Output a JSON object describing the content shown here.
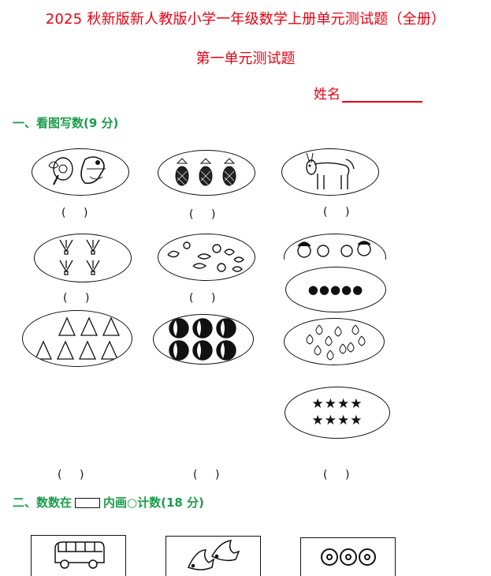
{
  "header": {
    "title": "2025 秋新版新人教版小学一年级数学上册单元测试题（全册）",
    "subtitle": "第一单元测试题",
    "name_label": "姓名"
  },
  "section1": {
    "heading": "一、看图写数(9 分)",
    "answer_blank": "(　　)",
    "items": [
      {
        "id": "butterfly-cat",
        "count_glyph": "🦋🐉",
        "description": "butterfly and dragon-head figure"
      },
      {
        "id": "pineapples",
        "count_glyph": "🍍🍍🍍"
      },
      {
        "id": "donkey",
        "count_glyph": "🫏"
      },
      {
        "id": "flowers",
        "count_glyph": "🌷🌷🌷🌷"
      },
      {
        "id": "animals",
        "count_glyph": "🐢🐕🐟🐤🐥🐰🐸🐔🐛"
      },
      {
        "id": "children",
        "count_glyph": "👦👧👦👩"
      },
      {
        "id": "bells",
        "count_glyph": "🔔"
      },
      {
        "id": "balls",
        "count_glyph": "⚽"
      },
      {
        "id": "beans",
        "count_glyph": "●●●●●"
      },
      {
        "id": "pears",
        "count_glyph": "🍐"
      },
      {
        "id": "stars",
        "row1": "★★★★",
        "row2": "★★★★"
      }
    ]
  },
  "section2": {
    "heading_pre": "二、数数在",
    "heading_post": "内画○计数(18 分)",
    "items": [
      {
        "id": "bus"
      },
      {
        "id": "fish"
      },
      {
        "id": "flowers"
      }
    ]
  }
}
